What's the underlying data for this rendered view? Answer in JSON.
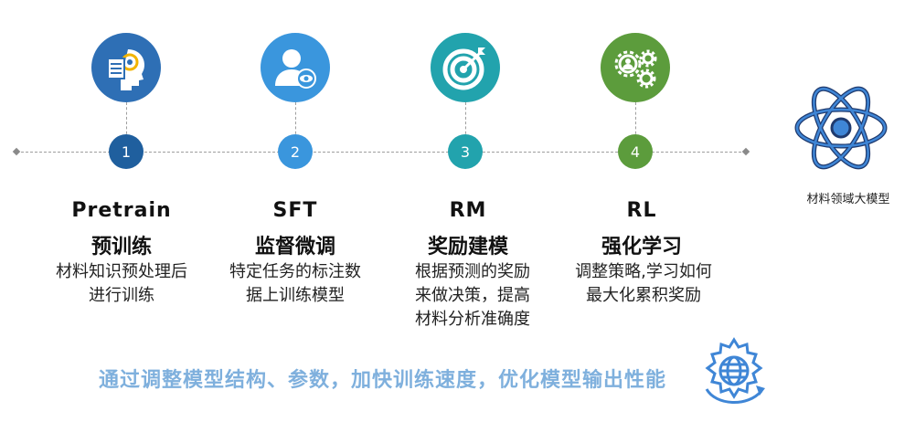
{
  "stages": [
    {
      "number": "1",
      "title_en": "Pretrain",
      "title_cn": "预训练",
      "desc_lines": [
        "材料知识预处理后",
        "进行训练"
      ],
      "icon": "head-document-icon",
      "color": "#2e6fb5",
      "num_color": "#1f5f9e"
    },
    {
      "number": "2",
      "title_en": "SFT",
      "title_cn": "监督微调",
      "desc_lines": [
        "特定任务的标注数",
        "据上训练模型"
      ],
      "icon": "user-eye-icon",
      "color": "#3a96dd",
      "num_color": "#3a96dd"
    },
    {
      "number": "3",
      "title_en": "RM",
      "title_cn": "奖励建模",
      "desc_lines": [
        "根据预测的奖励",
        "来做决策，提高",
        "材料分析准确度"
      ],
      "icon": "target-arrow-icon",
      "color": "#22a3ad",
      "num_color": "#22a3ad"
    },
    {
      "number": "4",
      "title_en": "RL",
      "title_cn": "强化学习",
      "desc_lines": [
        "调整策略,学习如何",
        "最大化累积奖励"
      ],
      "icon": "gears-user-icon",
      "color": "#5c9c3c",
      "num_color": "#5c9c3c"
    }
  ],
  "domain_label": "材料领域大模型",
  "bottom_text": "通过调整模型结构、参数，加快训练速度，优化模型输出性能"
}
